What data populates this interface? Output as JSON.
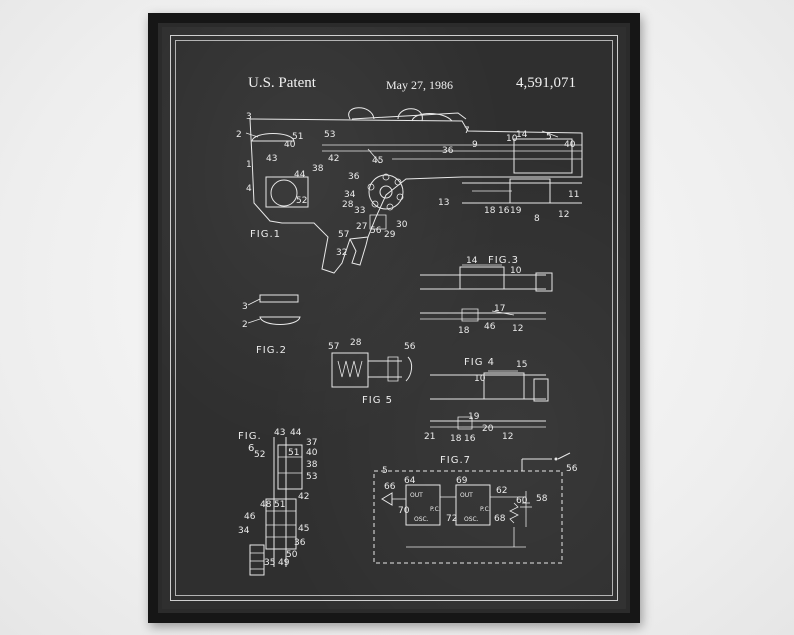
{
  "header": {
    "left": "U.S. Patent",
    "middle": "May 27, 1986",
    "right": "4,591,071"
  },
  "figures": {
    "fig1": "FIG.1",
    "fig2": "FIG.2",
    "fig3": "FIG.3",
    "fig4": "FIG 4",
    "fig5": "FIG 5",
    "fig6_a": "FIG.",
    "fig6_b": "6",
    "fig7": "FIG.7"
  },
  "fig1_labels": [
    "3",
    "2",
    "1",
    "4",
    "51",
    "53",
    "40",
    "43",
    "44",
    "42",
    "38",
    "52",
    "36",
    "45",
    "34",
    "33",
    "28",
    "27",
    "56",
    "30",
    "29",
    "57",
    "32",
    "9",
    "7",
    "36",
    "10",
    "14",
    "5",
    "40",
    "13",
    "18",
    "16",
    "19",
    "8",
    "12",
    "11"
  ],
  "fig2_labels": [
    "3",
    "2"
  ],
  "fig3_labels": [
    "14",
    "10",
    "17",
    "18",
    "46",
    "12"
  ],
  "fig5_labels": [
    "57",
    "28",
    "56"
  ],
  "fig4_labels": [
    "15",
    "10",
    "19",
    "18",
    "16",
    "20",
    "21",
    "12"
  ],
  "fig6_labels": [
    "43",
    "44",
    "37",
    "52",
    "51",
    "40",
    "38",
    "53",
    "42",
    "48",
    "51",
    "46",
    "45",
    "34",
    "36",
    "50",
    "35",
    "49"
  ],
  "fig7_labels": [
    "5",
    "64",
    "66",
    "69",
    "OUT",
    "OUT",
    "70",
    "P.C.",
    "P.C.",
    "72",
    "OSC.",
    "OSC.",
    "68",
    "62",
    "60",
    "58",
    "56"
  ]
}
